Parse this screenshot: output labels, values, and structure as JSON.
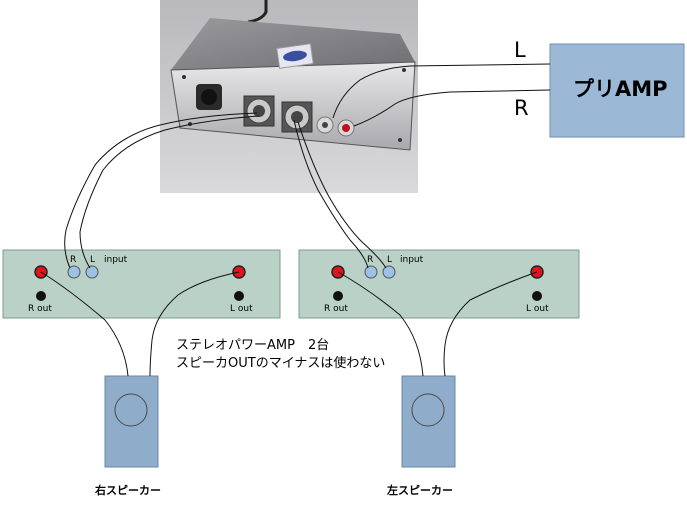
{
  "preamp": {
    "label": "プリAMP"
  },
  "channel_labels": {
    "left": "L",
    "right": "R"
  },
  "amp_left_unit": {
    "jack_r": "R",
    "jack_l": "L",
    "input": "input",
    "out_r": "R out",
    "out_l": "L out"
  },
  "amp_right_unit": {
    "jack_r": "R",
    "jack_l": "L",
    "input": "input",
    "out_r": "R out",
    "out_l": "L out"
  },
  "note": {
    "line1": "ステレオパワーAMP　2台",
    "line2": "スピーカOUTのマイナスは使わない"
  },
  "speakers": {
    "right": "右スピーカー",
    "left": "左スピーカー"
  },
  "colors": {
    "amp_panel": "#b9d1c6",
    "preamp_box": "#9bb9d6",
    "speaker_box": "#8fadcb",
    "jack_red": "#e0141a",
    "jack_blue": "#9ec1e6",
    "photo_bg": "#c7c7c9"
  },
  "icons": {
    "photo": "device-photo",
    "speaker_cone": "speaker-cone-icon"
  }
}
